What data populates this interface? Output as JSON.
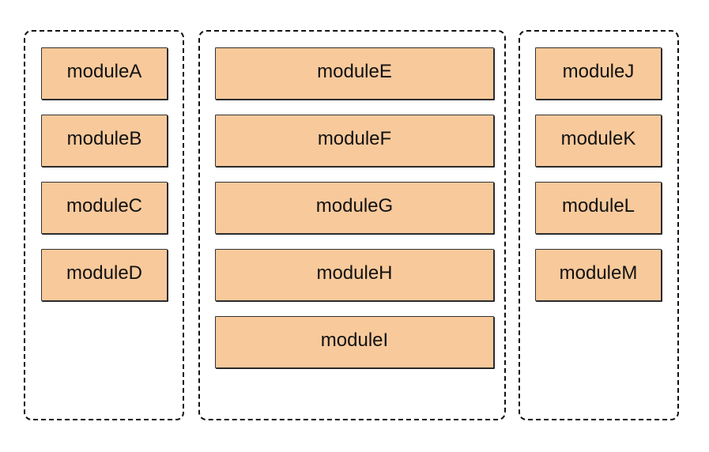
{
  "colors": {
    "module_fill": "#f8c99b",
    "module_border": "#333333",
    "group_border": "#111111",
    "background": "#ffffff"
  },
  "groups": [
    {
      "modules": [
        "moduleA",
        "moduleB",
        "moduleC",
        "moduleD"
      ]
    },
    {
      "modules": [
        "moduleE",
        "moduleF",
        "moduleG",
        "moduleH",
        "moduleI"
      ]
    },
    {
      "modules": [
        "moduleJ",
        "moduleK",
        "moduleL",
        "moduleM"
      ]
    }
  ]
}
